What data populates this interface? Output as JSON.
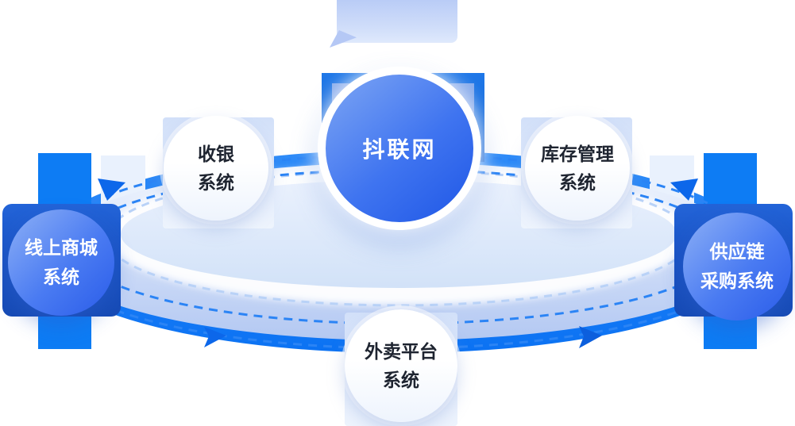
{
  "diagram": {
    "hub": {
      "label": "抖联网"
    },
    "satellites": [
      {
        "name": "cashier-system",
        "line1": "收银",
        "line2": "系统"
      },
      {
        "name": "inventory-management-system",
        "line1": "库存管理",
        "line2": "系统"
      },
      {
        "name": "online-mall-system",
        "line1": "线上商城",
        "line2": "系统"
      },
      {
        "name": "supply-chain-procurement-system",
        "line1": "供应链",
        "line2": "采购系统"
      },
      {
        "name": "takeout-platform-system",
        "line1": "外卖平台",
        "line2": "系统"
      }
    ],
    "colors": {
      "accent_blue": "#0d7cf4",
      "deep_navy_blue": "#1a53c4",
      "orbit_surface_light": "#b6c9f1",
      "panel_light_blue": "#d9e5fa",
      "dark_text": "#1e2430"
    }
  }
}
